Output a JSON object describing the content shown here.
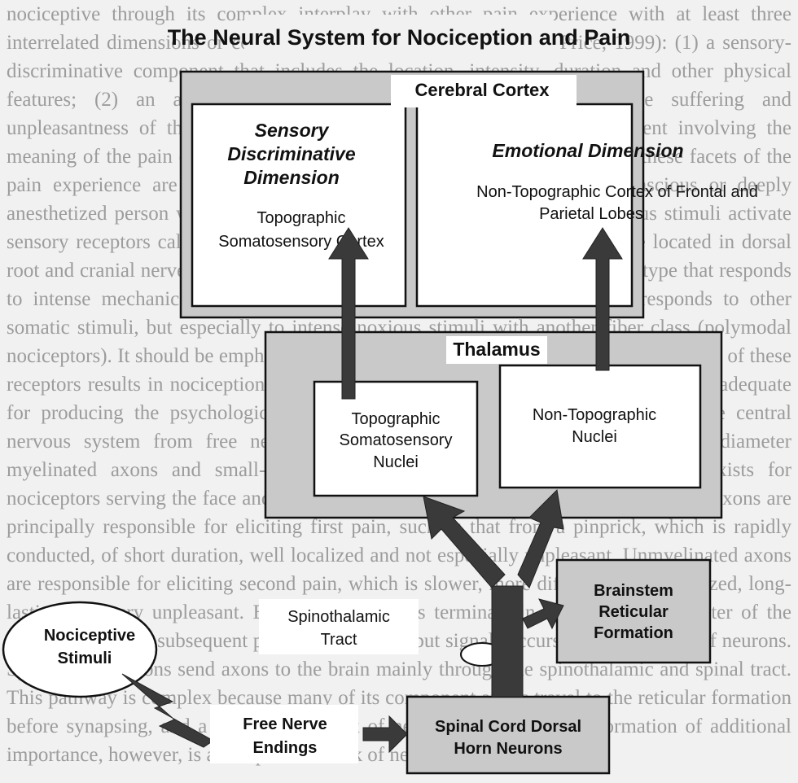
{
  "background_text": "nociceptive through its complex interplay with other pain experience with at least three interrelated dimensions or components (Melzack & Casey, 1968; Price, 1999): (1) a sensory-discriminative component that includes the location, intensity, duration and other physical features; (2) an affective-motivational component that comprises the suffering and unpleasantness of the experience; and (3) a cognitive-evaluative component involving the meaning of the pain experience and its significance to the individual. All of these facets of the pain experience are dependent on the current conscious state; an unconscious or deeply anesthetized person would experience none of these aspects of pain. Noxious stimuli activate sensory receptors called nociceptors (Figure 4), the cell bodies of which are located in dorsal root and cranial nerve ganglia. Two broad classes of nociceptors are found: a type that responds to intense mechanical stimuli (mechanical nociceptors) and a type that responds to other somatic stimuli, but especially to intense noxious stimuli with another fiber class (polymodal nociceptors). It should be emphasized that nociceptors are not pain receptors; activation of these receptors results in nociception, but the resulting neural activity, which by itself, is inadequate for producing the psychological experience of pain. Activity is transmitted to the central nervous system from free nerve endings by two types of nerve fibers: small-diameter myelinated axons and small-diameter unmyelinated axons. A similar system exists for nociceptors serving the face and mouth through the trigeminal nerve. The myelinated axons are principally responsible for eliciting first pain, such as that from a pinprick, which is rapidly conducted, of short duration, well localized and not especially unpleasant. Unmyelinated axons are responsible for eliciting second pain, which is slower, more diffuse, poorly localized, long-lasting and very unpleasant. Both types of axons terminate in the dorsal gray matter of the spinal cord where subsequent processing of the input signals occurs in diverse types of neurons. Spinal cord neurons send axons to the brain mainly through the spinothalamic and spinal tract. This pathway is complex because many of its component axons travel to the reticular formation before synapsing, and a complex network of neurons in the reticular formation of additional importance, however, is a complex network of neurons in the reticular",
  "title": "The Neural System for Nociception and Pain",
  "cerebral_cortex": {
    "label": "Cerebral Cortex",
    "sensory_dimension": [
      "Sensory",
      "Discriminative",
      "Dimension"
    ],
    "emotional_dimension": "Emotional Dimension",
    "topographic_cortex": [
      "Topographic",
      "Somatosensory Cortex"
    ],
    "non_topographic_cortex": [
      "Non-Topographic Cortex of Frontal and",
      "Parietal Lobes"
    ]
  },
  "thalamus": {
    "label": "Thalamus",
    "topographic_nuclei": [
      "Topographic",
      "Somatosensory",
      "Nuclei"
    ],
    "non_topographic_nuclei": [
      "Non-Topographic",
      "Nuclei"
    ]
  },
  "brainstem": [
    "Brainstem",
    "Reticular",
    "Formation"
  ],
  "spinothalamic_tract": [
    "Spinothalamic",
    "Tract"
  ],
  "nociceptive_stimuli": [
    "Nociceptive",
    "Stimuli"
  ],
  "free_nerve_endings": [
    "Free Nerve",
    "Endings"
  ],
  "spinal_cord": [
    "Spinal Cord Dorsal",
    "Horn Neurons"
  ]
}
